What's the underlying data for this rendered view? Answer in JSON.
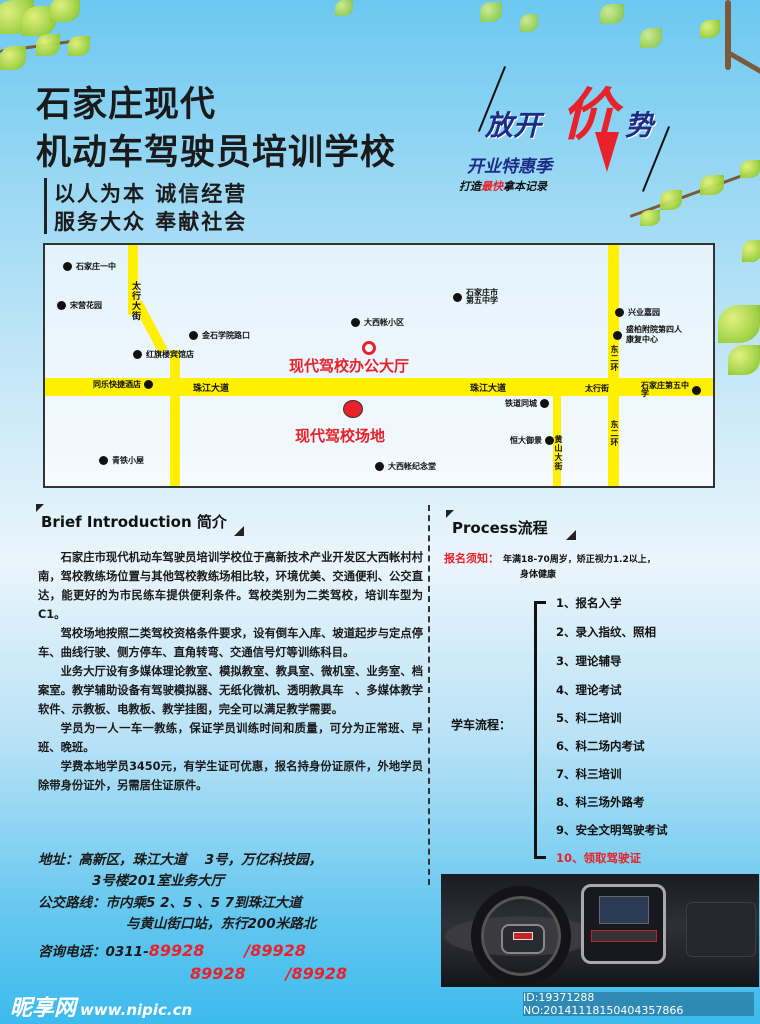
{
  "header": {
    "title_line1": "石家庄现代",
    "title_line2": "机动车驾驶员培训学校",
    "slogan_line1": "以人为本 诚信经营",
    "slogan_line2": "服务大众 奉献社会"
  },
  "promo": {
    "main_left": "放开",
    "main_big": "价",
    "main_right": "势",
    "sub": "开业特惠季",
    "tag_prefix": "打造",
    "tag_highlight": "最快",
    "tag_suffix": "拿本记录",
    "accent_color": "#e8212a",
    "text_color": "#1d2c84"
  },
  "map": {
    "roads": {
      "taihang": "太行大街",
      "zhujiang_west": "珠江大道",
      "zhujiang_east": "珠江大道",
      "east_second_ring_north": "东二环",
      "east_second_ring_south": "东二环",
      "taihang_south": "黄山大街",
      "beihang": "太行街"
    },
    "pois": [
      "石家庄一中",
      "宋营花园",
      "红旗楼宾馆店",
      "金石学院路口",
      "同乐快捷酒店",
      "青铁小屋",
      "大西帐小区",
      "大西帐纪念堂",
      "石家庄市第五中学",
      "兴业嘉园",
      "盛柏附院第四人康复中心",
      "铁道同城",
      "恒大御景",
      "石家庄第五中学"
    ],
    "office_label": "现代驾校办公大厅",
    "field_label": "现代驾校场地"
  },
  "intro": {
    "heading": "Brief Introduction 简介",
    "paragraphs": [
      "石家庄市现代机动车驾驶员培训学校位于高新技术产业开发区大西帐村村南，驾校教练场位置与其他驾校教练场相比较，环境优美、交通便利、公交直达，能更好的为市民练车提供便利条件。驾校类别为二类驾校，培训车型为C1。",
      "驾校场地按照二类驾校资格条件要求，设有倒车入库、坡道起步与定点停车、曲线行驶、侧方停车、直角转弯、交通信号灯等训练科目。",
      "业务大厅设有多媒体理论教室、模拟教室、教具室、微机室、业务室、档案室。教学辅助设备有驾驶模拟器、无纸化微机、透明教具车　、多媒体教学软件、示教板、电教板、教学挂图，完全可以满足教学需要。",
      "学员为一人一车一教练，保证学员训练时间和质量，可分为正常班、早班、晚班。",
      "学费本地学员3450元，有学生证可优惠，报名持身份证原件，外地学员除带身份证外，另需居住证原件。"
    ]
  },
  "contact": {
    "address_line1": "地址：高新区，珠江大道　 3号，万亿科技园，",
    "address_line2": "3号楼201室业务大厅",
    "bus_line1": "公交路线：市内乘5  2、5   、5  7到珠江大道",
    "bus_line2": "与黄山街口站，东行200米路北",
    "phone_label": "咨询电话：0311-",
    "phone_1": "89928",
    "phone_2": "/89928",
    "phone_3": "89928",
    "phone_4": "/89928"
  },
  "process": {
    "heading": "Process流程",
    "notice_label": "报名须知：",
    "notice_text_line1": "年满18-70周岁，矫正视力1.2以上，",
    "notice_text_line2": "身体健康",
    "flow_label": "学车流程：",
    "steps": [
      "1、报名入学",
      "2、录入指纹、照相",
      "3、理论辅导",
      "4、理论考试",
      "5、科二培训",
      "6、科二场内考试",
      "7、科三培训",
      "8、科三场外路考",
      "9、安全文明驾驶考试",
      "10、领取驾驶证"
    ]
  },
  "footer": {
    "watermark_brand": "昵享网",
    "watermark_url": "www.nipic.cn",
    "id_text": "ID:19371288 NO:20141118150404357866"
  }
}
